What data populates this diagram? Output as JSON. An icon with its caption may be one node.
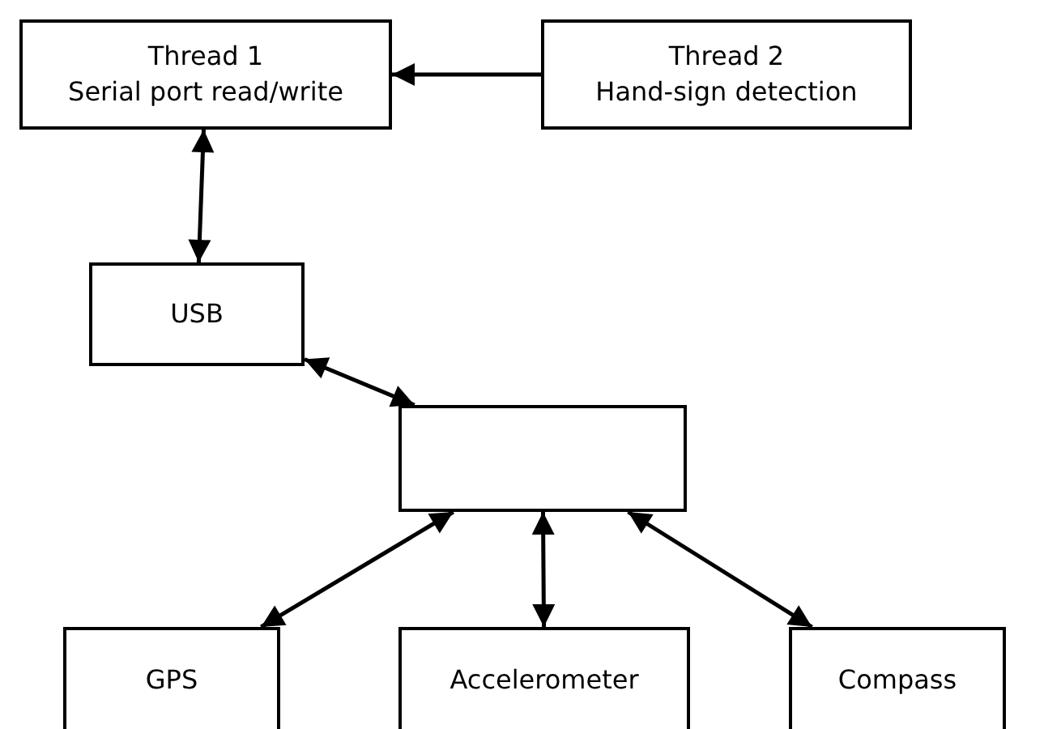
{
  "diagram": {
    "nodes": [
      {
        "text": [
          "Thread 1",
          "Serial port read/write"
        ]
      },
      {
        "text": [
          "Thread 2",
          "Hand-sign detection"
        ]
      },
      {
        "text": [
          "USB"
        ]
      },
      {
        "text": [],
        "shape": "box"
      },
      {
        "text": [
          "GPS"
        ]
      },
      {
        "text": [
          "Accelerometer"
        ]
      },
      {
        "text": [
          "Compass"
        ]
      }
    ],
    "edges": [
      {
        "from": 1,
        "to": 0,
        "arrow": "to"
      },
      {
        "from": 0,
        "to": 2,
        "arrow": "both"
      },
      {
        "from": 2,
        "to": 3,
        "arrow": "both"
      },
      {
        "from": 3,
        "to": 4,
        "arrow": "both"
      },
      {
        "from": 3,
        "to": 5,
        "arrow": "both"
      },
      {
        "from": 3,
        "to": 6,
        "arrow": "both"
      }
    ]
  }
}
